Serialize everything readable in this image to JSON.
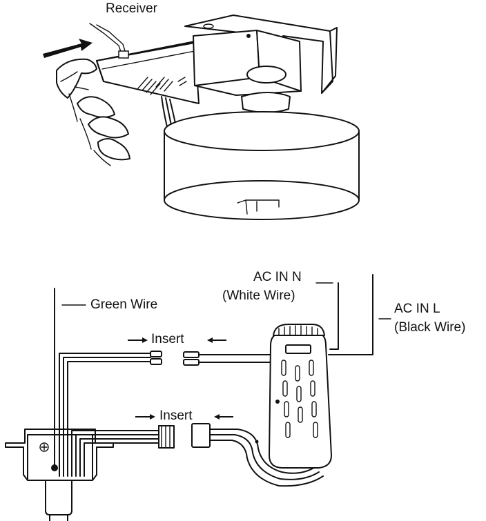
{
  "labels": {
    "receiver": "Receiver",
    "ac_in_n": "AC IN N",
    "white_wire": "(White Wire)",
    "green_wire": "Green Wire",
    "ac_in_l": "AC IN L",
    "black_wire": "(Black Wire)",
    "insert_top": "Insert",
    "insert_bottom": "Insert"
  }
}
